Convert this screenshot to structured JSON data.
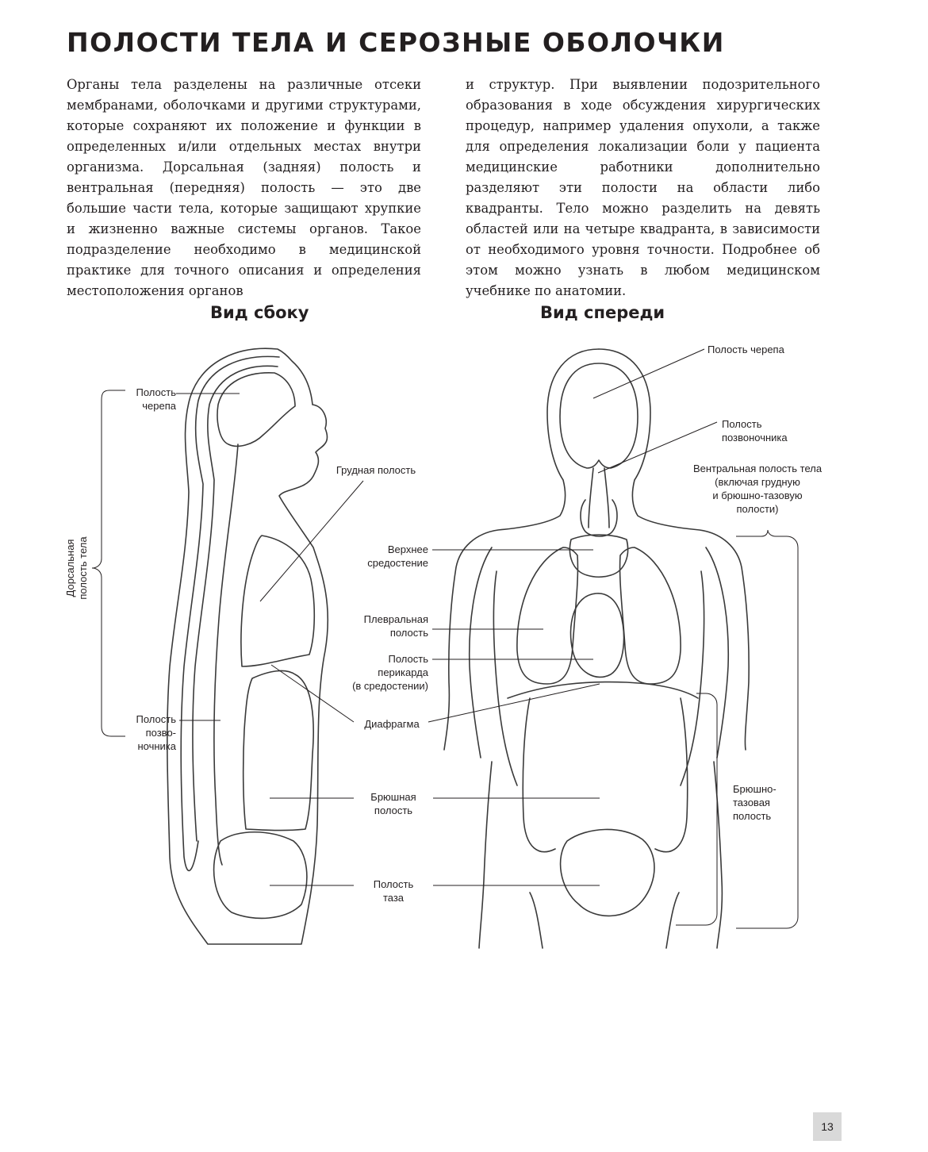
{
  "title": "ПОЛОСТИ ТЕЛА И СЕРОЗНЫЕ ОБОЛОЧКИ",
  "text_left": "Органы тела разделены на различные отсеки мембранами, оболочками и другими структурами, которые сохраняют их положение и функции в определенных и/или отдельных местах внутри организма. Дорсальная (задняя) полость и вентральная (передняя) полость — это две большие части тела, которые защищают хрупкие и жизненно важные системы органов. Такое подразделение необходимо в медицинской практике для точного описания и определения местоположения органов",
  "text_right": "и структур. При выявлении подозрительного образования в ходе обсуждения хирургических процедур, например удаления опухоли, а также для определения локализации боли у пациента медицинские работники дополнительно разделяют эти полости на области либо квадранты. Тело можно разделить на девять областей или на четыре квадранта, в зависимости от необходимого уровня точности. Подробнее об этом можно узнать в любом медицинском учебнике по анатомии.",
  "side_view": {
    "heading": "Вид сбоку",
    "labels": {
      "cranial": "Полость\nчерепа",
      "thoracic": "Грудная полость",
      "dorsal": "Дорсальная\nполость тела",
      "spinal": "Полость\nпозво-\nночника"
    }
  },
  "front_view": {
    "heading": "Вид спереди",
    "labels": {
      "cranial": "Полость черепа",
      "spinal": "Полость\nпозвоночника",
      "ventral": "Вентральная полость тела\n(включая грудную\nи брюшно-тазовую\nполости)",
      "abdominopelvic": "Брюшно-\nтазовая\nполость"
    }
  },
  "center_labels": {
    "superior_mediastinum": "Верхнее\nсредостение",
    "pleural": "Плевральная\nполость",
    "pericardial": "Полость\nперикарда\n(в средостении)",
    "diaphragm": "Диафрагма",
    "abdominal": "Брюшная\nполость",
    "pelvic": "Полость\nтаза"
  },
  "page_number": "13"
}
